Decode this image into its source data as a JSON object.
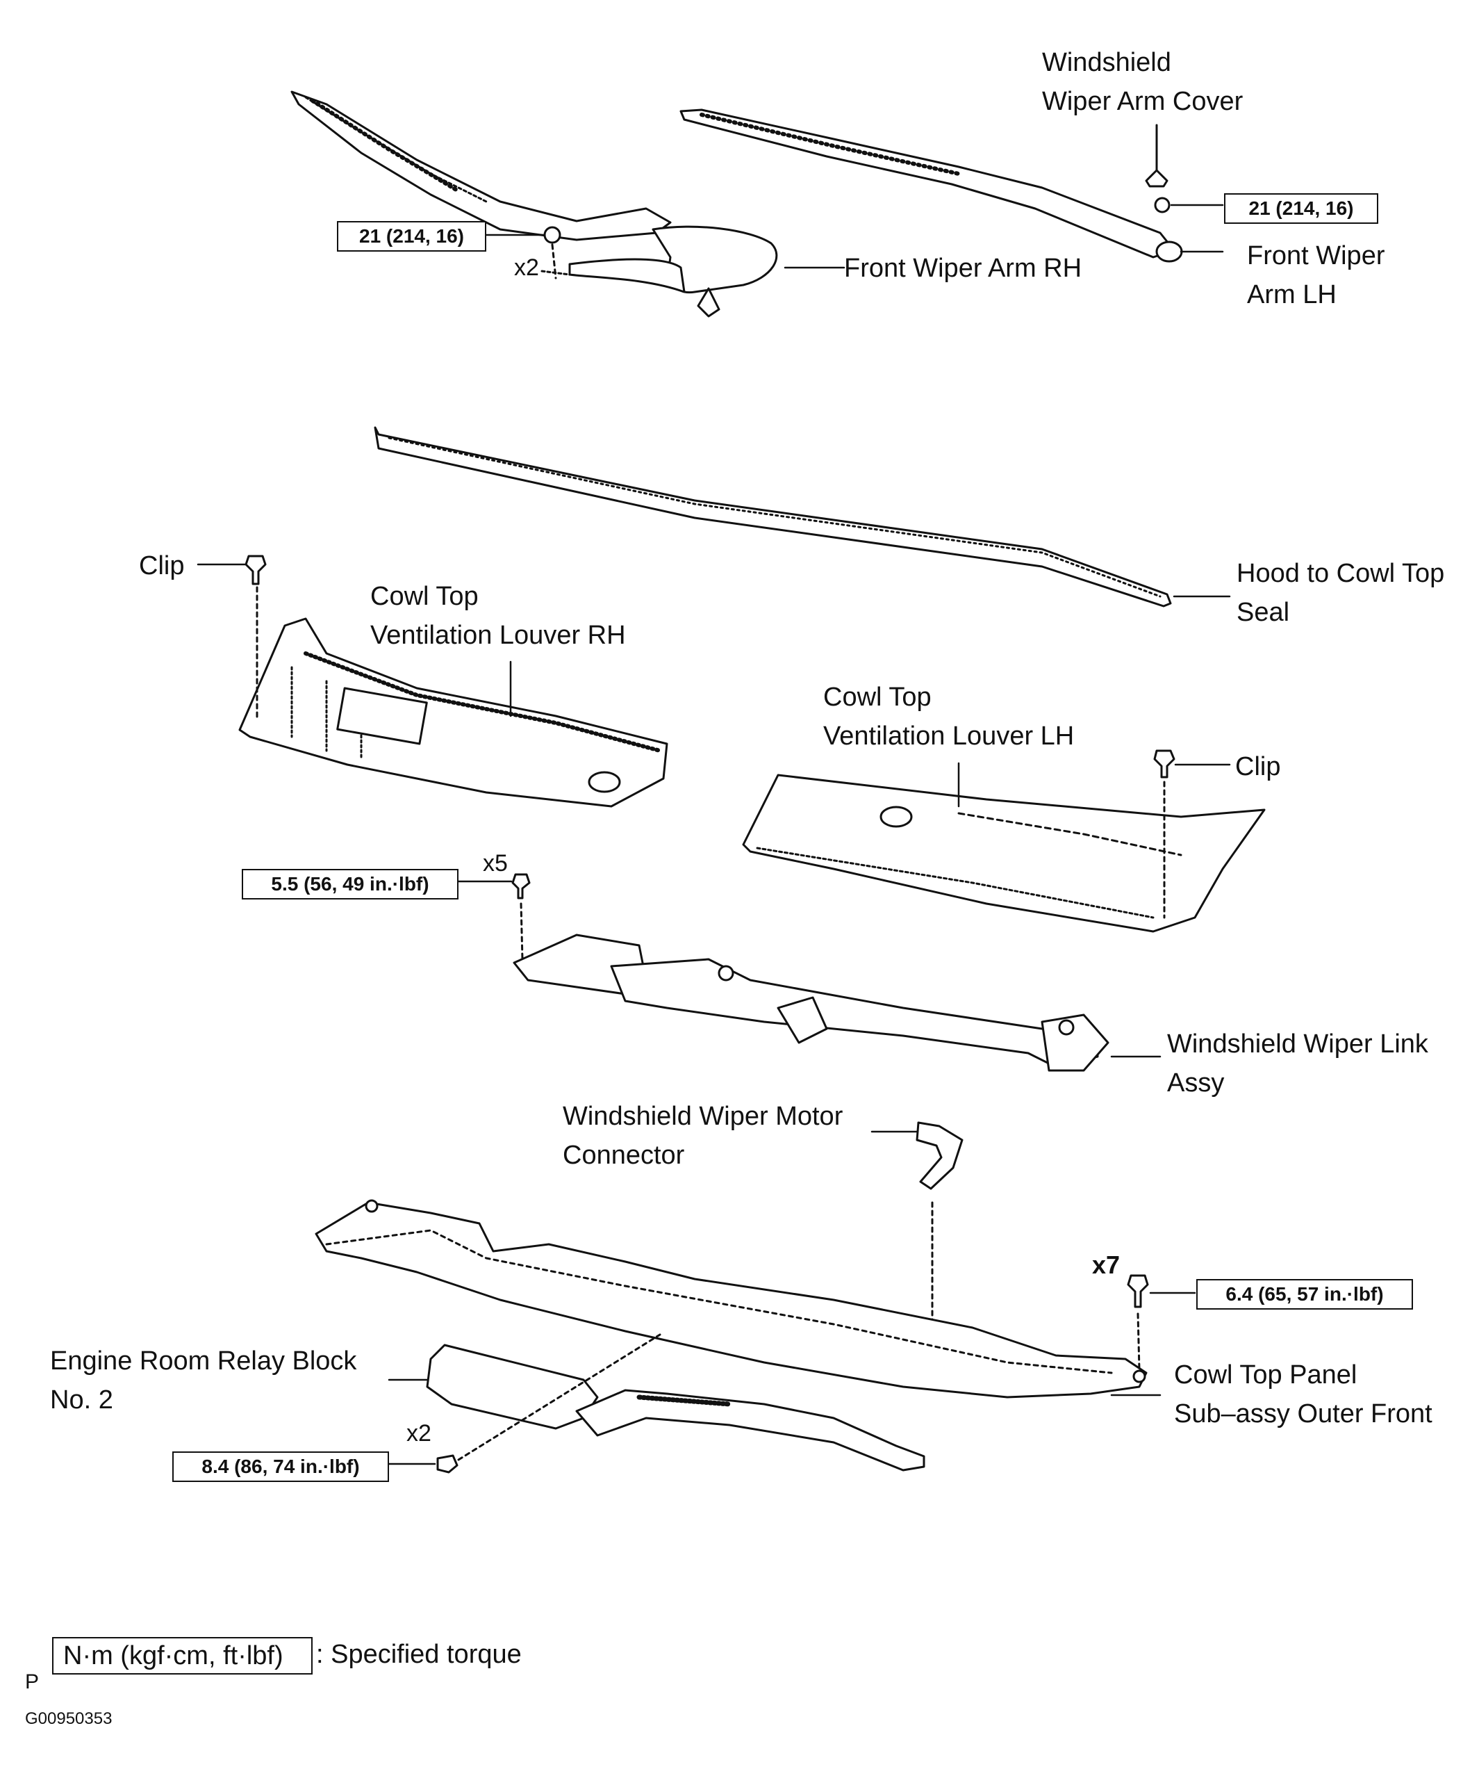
{
  "labels": {
    "wiper_arm_cover": [
      "Windshield",
      "Wiper Arm Cover"
    ],
    "front_wiper_arm_rh": [
      "Front Wiper Arm RH"
    ],
    "front_wiper_arm_lh": [
      "Front Wiper",
      "Arm LH"
    ],
    "hood_to_cowl_top_seal": [
      "Hood to Cowl Top",
      "Seal"
    ],
    "clip_rh": [
      "Clip"
    ],
    "clip_lh": [
      "Clip"
    ],
    "cowl_louver_rh": [
      "Cowl Top",
      "Ventilation Louver RH"
    ],
    "cowl_louver_lh": [
      "Cowl Top",
      "Ventilation Louver LH"
    ],
    "wiper_link_assy": [
      "Windshield Wiper Link",
      "Assy"
    ],
    "wiper_motor_connector": [
      "Windshield Wiper Motor",
      "Connector"
    ],
    "relay_block": [
      "Engine Room Relay Block",
      "No. 2"
    ],
    "cowl_top_panel": [
      "Cowl Top Panel",
      "Sub–assy Outer Front"
    ]
  },
  "torques": {
    "rh_arm_nut": "21 (214, 16)",
    "lh_arm_nut": "21 (214, 16)",
    "link_bolts": "5.5 (56, 49 in.·lbf)",
    "panel_bolts": "6.4 (65, 57 in.·lbf)",
    "relay_bolts": "8.4 (86, 74 in.·lbf)"
  },
  "multipliers": {
    "rh_arm": "x2",
    "link": "x5",
    "panel": "x7",
    "relay": "x2"
  },
  "legend": {
    "unit_box": "N·m (kgf·cm, ft·lbf)",
    "description": ": Specified torque"
  },
  "footer": {
    "letter": "P",
    "code": "G00950353"
  }
}
